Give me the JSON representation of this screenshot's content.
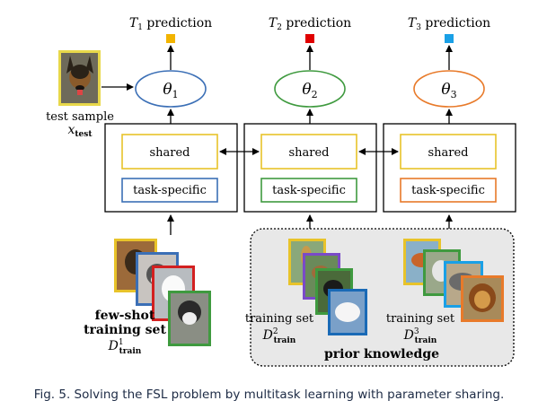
{
  "figure": {
    "tasks": [
      {
        "prediction_label": "T",
        "index": "1",
        "prediction_suffix": " prediction",
        "theta": "θ",
        "theta_index": "1",
        "color": "#3b6fb6",
        "pred_color": "#f2b400"
      },
      {
        "prediction_label": "T",
        "index": "2",
        "prediction_suffix": " prediction",
        "theta": "θ",
        "theta_index": "2",
        "color": "#3f9a3f",
        "pred_color": "#e00000"
      },
      {
        "prediction_label": "T",
        "index": "3",
        "prediction_suffix": " prediction",
        "theta": "θ",
        "theta_index": "3",
        "color": "#e87a2a",
        "pred_color": "#1aa0e6"
      }
    ],
    "shared_label": "shared",
    "task_specific_label": "task-specific",
    "shared_color": "#e8c32a",
    "test_sample": {
      "label": "test sample",
      "var": "x",
      "var_sub": "test"
    },
    "few_shot": {
      "line1": "few-shot",
      "line2": "training set",
      "var": "D",
      "sup": "1",
      "sub": "train"
    },
    "prior": {
      "label": "prior knowledge",
      "sets": [
        {
          "line": "training set",
          "var": "D",
          "sup": "2",
          "sub": "train"
        },
        {
          "line": "training set",
          "var": "D",
          "sup": "3",
          "sub": "train"
        }
      ]
    }
  },
  "caption": "Fig. 5.  Solving the FSL problem by multitask learning with parameter sharing."
}
